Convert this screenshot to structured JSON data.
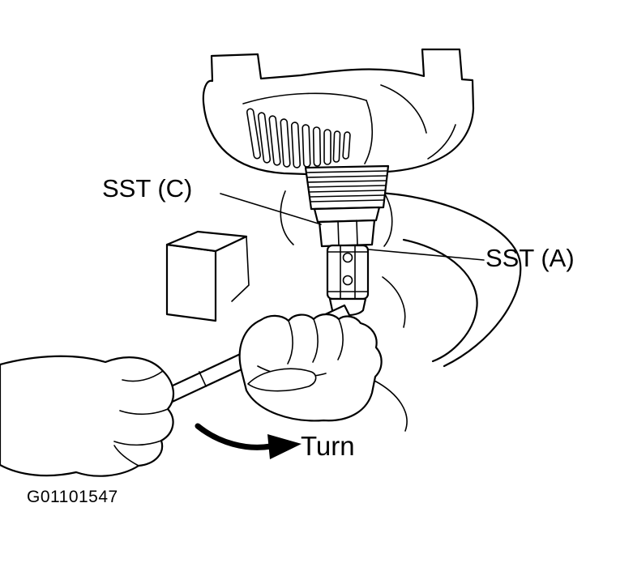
{
  "canvas": {
    "background_color": "#ffffff",
    "line_color": "#000000"
  },
  "labels": {
    "sst_c": "SST (C)",
    "sst_a": "SST (A)",
    "turn": "Turn",
    "figure_id": "G01101547"
  }
}
